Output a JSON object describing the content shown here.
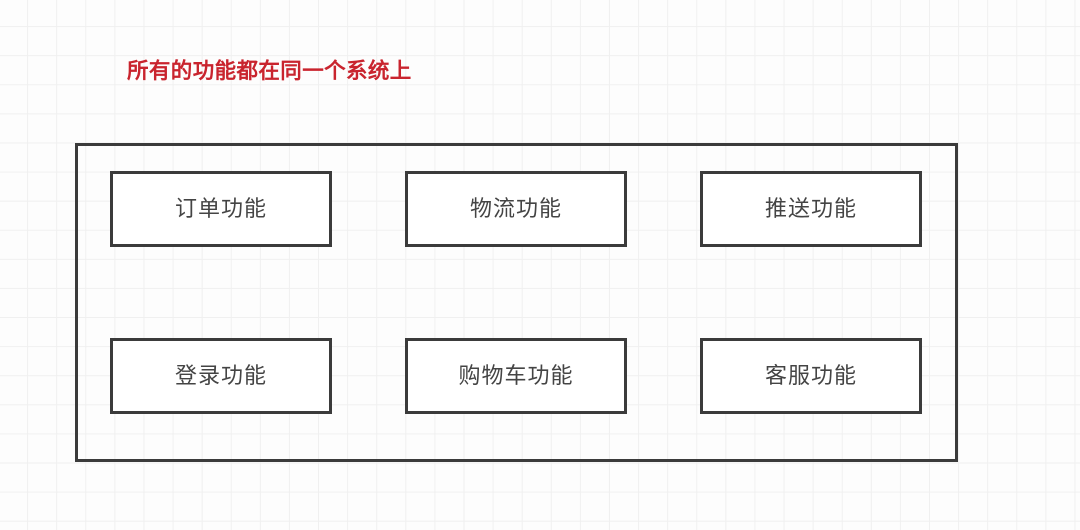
{
  "canvas": {
    "background_color": "#fdfdfd",
    "grid_line_color": "#f0f0f0",
    "grid_spacing": "29px"
  },
  "title": {
    "text": "所有的功能都在同一个系统上",
    "color": "#c9242e"
  },
  "system_container": {
    "name": "single-system-boundary",
    "border_color": "#3b3b3b"
  },
  "features": [
    {
      "label": "订单功能"
    },
    {
      "label": "物流功能"
    },
    {
      "label": "推送功能"
    },
    {
      "label": "登录功能"
    },
    {
      "label": "购物车功能"
    },
    {
      "label": "客服功能"
    }
  ],
  "styles": {
    "box_border_color": "#3b3b3b",
    "box_text_color": "#444444",
    "box_fill_color": "#ffffff"
  }
}
